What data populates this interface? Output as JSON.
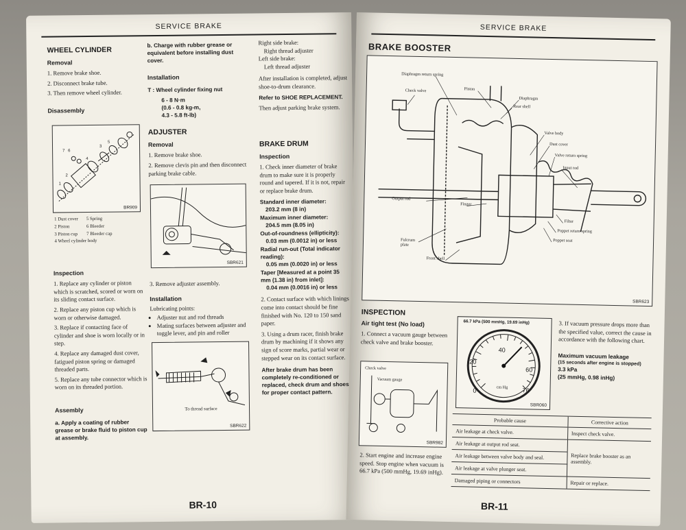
{
  "left": {
    "running_head": "SERVICE BRAKE",
    "folio": "BR-10",
    "wheel_cylinder": {
      "title": "WHEEL CYLINDER",
      "removal_title": "Removal",
      "removal_steps": [
        "1. Remove brake shoe.",
        "2. Disconnect brake tube.",
        "3. Then remove wheel cylinder."
      ],
      "disassembly_title": "Disassembly",
      "fig_code": "BR909",
      "legend": [
        "1 Dust cover",
        "5 Spring",
        "2 Piston",
        "6 Bleeder",
        "3 Piston cup",
        "7 Bleeder cap",
        "4 Wheel cylinder body",
        ""
      ],
      "inspection_title": "Inspection",
      "inspection_steps": [
        "1. Replace any cylinder or piston which is scratched, scored or worn on its sliding contact surface.",
        "2. Replace any piston cup which is worn or otherwise damaged.",
        "3. Replace if contacting face of cylinder and shoe is worn locally or in step.",
        "4. Replace any damaged dust cover, fatigued piston spring or damaged threaded parts.",
        "5. Replace any tube connector which is worn on its threaded portion."
      ],
      "assembly_title": "Assembly",
      "assembly_a": "a. Apply a coating of rubber grease or brake fluid to piston cup at assembly."
    },
    "col2": {
      "assembly_b": "b. Charge with rubber grease or equivalent before installing dust cover.",
      "installation_title": "Installation",
      "torque_label": "T : Wheel cylinder fixing nut",
      "torque_values": [
        "6 - 8 N·m",
        "(0.6 - 0.8 kg-m,",
        "4.3 - 5.8 ft-lb)"
      ],
      "adjuster_title": "ADJUSTER",
      "removal_title": "Removal",
      "removal_steps": [
        "1. Remove brake shoe.",
        "2. Remove clevis pin and then disconnect parking brake cable."
      ],
      "fig1_code": "SBR621",
      "step3": "3. Remove adjuster assembly.",
      "installation2_title": "Installation",
      "lubricating": "Lubricating points:",
      "lub_points": [
        "Adjuster nut and rod threads",
        "Mating surfaces between adjuster and toggle lever, and pin and roller"
      ],
      "fig2_code": "SBR622",
      "fig2_label": "To thread surface"
    },
    "col3": {
      "right_side": "Right side brake:",
      "right_thread": "Right thread adjuster",
      "left_side": "Left side brake:",
      "left_thread": "Left thread adjuster",
      "after_install": "After installation is completed, adjust shoe-to-drum clearance.",
      "refer": "Refer to SHOE REPLACEMENT.",
      "then_adjust": "Then adjust parking brake system.",
      "drum_title": "BRAKE DRUM",
      "inspection_title": "Inspection",
      "step1": "1. Check inner diameter of brake drum to make sure it is properly round and tapered. If it is not, repair or replace brake drum.",
      "specs": [
        {
          "k": "Standard inner diameter:",
          "v": "203.2 mm (8 in)"
        },
        {
          "k": "Maximum inner diameter:",
          "v": "204.5 mm (8.05 in)"
        },
        {
          "k": "Out-of-roundness (ellipticity):",
          "v": "0.03 mm (0.0012 in) or less"
        },
        {
          "k": "Radial run-out (Total indicator reading):",
          "v": "0.05 mm (0.0020 in) or less"
        },
        {
          "k": "Taper [Measured at a point 35 mm (1.38 in) from inlet]:",
          "v": "0.04 mm (0.0016 in) or less"
        }
      ],
      "step2": "2. Contact surface with which linings come into contact should be fine finished with No. 120 to 150 sand paper.",
      "step3": "3. Using a drum racer, finish brake drum by machining if it shows any sign of score marks, partial wear or stepped wear on its contact surface.",
      "note": "After brake drum has been completely re-conditioned or replaced, check drum and shoes for proper contact pattern."
    }
  },
  "right": {
    "running_head": "SERVICE BRAKE",
    "folio": "BR-11",
    "title": "BRAKE BOOSTER",
    "main_fig_code": "SBR623",
    "labels": {
      "diaphragm_return_spring": "Diaphragm return spring",
      "check_valve": "Check valve",
      "piston": "Piston",
      "diaphragm": "Diaphragm",
      "rear_shell": "Rear shell",
      "valve_body": "Valve body",
      "dust_cover": "Dust cover",
      "valve_return_spring": "Valve return spring",
      "input_rod": "Input rod",
      "output_rod": "Output rod",
      "finger": "Finger",
      "filter": "Filter",
      "poppet_return_spring": "Poppet return spring",
      "poppet_seat": "Poppet seat",
      "fulcrum_plate": "Fulcrum plate",
      "front_shell": "Front shell"
    },
    "inspection_title": "INSPECTION",
    "air_tight": "Air tight test (No load)",
    "step1": "1. Connect a vacuum gauge between check valve and brake booster.",
    "fig_small_code": "SBR982",
    "fig_small_labels": {
      "check_valve": "Check valve",
      "vacuum_gauge": "Vacuum gauge"
    },
    "gauge": {
      "header": "66.7 kPa (500 mmHg, 19.69 inHg)",
      "ticks": [
        "0",
        "20",
        "40",
        "60",
        "76"
      ],
      "unit": "cm Hg",
      "code": "SBR060",
      "reading": 50
    },
    "step3": "3. If vacuum pressure drops more than the specified value, correct the cause in accordance with the following chart.",
    "max_leak_title": "Maximum vacuum leakage",
    "max_leak_cond": "(15 seconds after engine is stopped)",
    "max_leak_v1": "3.3 kPa",
    "max_leak_v2": "(25 mmHg, 0.98 inHg)",
    "table": {
      "headers": [
        "Probable cause",
        "Corrective action"
      ],
      "rows": [
        [
          "Air leakage at check valve.",
          "Inspect check valve."
        ],
        [
          "Air leakage at output rod seat.",
          "Replace brake booster as an assembly."
        ],
        [
          "Air leakage between valve body and seal.",
          ""
        ],
        [
          "Air leakage at valve plunger seat.",
          ""
        ],
        [
          "Damaged piping or connectors",
          "Repair or replace."
        ]
      ]
    },
    "step2": "2. Start engine and increase engine speed. Stop engine when vacuum is 66.7 kPa (500 mmHg, 19.69 inHg)."
  }
}
